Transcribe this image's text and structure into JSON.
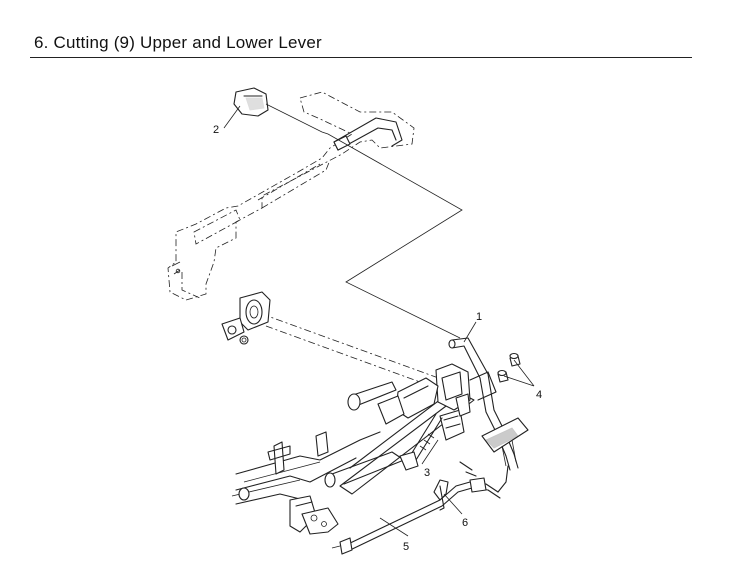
{
  "header": {
    "title": "6. Cutting (9) Upper and Lower Lever"
  },
  "callouts": [
    {
      "label": "1",
      "part": "lever-rod"
    },
    {
      "label": "2",
      "part": "grip"
    },
    {
      "label": "3",
      "part": "bolt"
    },
    {
      "label": "4",
      "part": "nuts"
    },
    {
      "label": "5",
      "part": "cable"
    },
    {
      "label": "6",
      "part": "clip"
    }
  ]
}
